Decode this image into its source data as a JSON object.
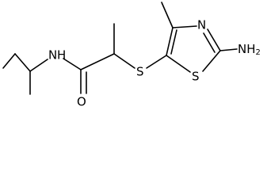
{
  "structure": {
    "atoms": {
      "nh": "N",
      "h_of_nh": "H",
      "o": "O",
      "s_thioether": "S",
      "n_ring": "N",
      "s_ring": "S",
      "nh2": "NH",
      "nh2_subscript": "2"
    }
  }
}
